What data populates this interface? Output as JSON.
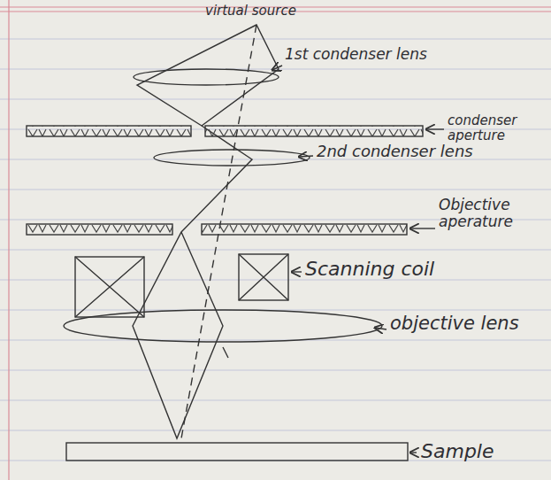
{
  "diagram": {
    "labels": [
      "virtual source",
      "1st condenser lens",
      "condenser aperture",
      "2nd condenser lens",
      "Objective aperature",
      "Scanning coil",
      "objective lens",
      "Sample"
    ]
  }
}
